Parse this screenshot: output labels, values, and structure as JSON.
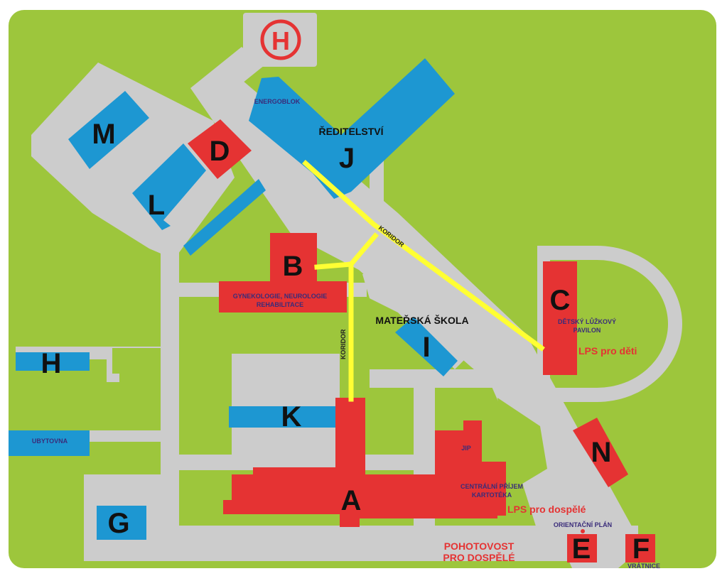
{
  "colors": {
    "lawn": "#9dc63c",
    "road": "#cccccc",
    "red_building": "#e53333",
    "blue_building": "#1d97d2",
    "corridor": "#ffff33",
    "label_purple": "#3a2c7a",
    "label_red": "#e53333"
  },
  "helipad": {
    "letter": "H"
  },
  "buildings": {
    "A": "A",
    "B": "B",
    "C": "C",
    "D": "D",
    "E": "E",
    "F": "F",
    "G": "G",
    "H": "H",
    "I": "I",
    "J": "J",
    "K": "K",
    "L": "L",
    "M": "M",
    "N": "N"
  },
  "labels": {
    "energoblok": "ENERGOBLOK",
    "reditelstvi": "ŘEDITELSTVÍ",
    "gyn_line1": "GYNEKOLOGIE, NEUROLOGIE",
    "gyn_line2": "REHABILITACE",
    "materska_skola": "MATEŘSKÁ ŠKOLA",
    "detsky_line1": "DĚTSKÝ LŮŽKOVÝ",
    "detsky_line2": "PAVILON",
    "lps_deti": "LPS pro děti",
    "ubytovna": "UBYTOVNA",
    "jip": "JIP",
    "centralni_line1": "CENTRÁLNÍ PŘÍJEM",
    "centralni_line2": "KARTOTÉKA",
    "lps_dospele": "LPS pro dospělé",
    "orientacni_plan": "ORIENTAČNÍ PLÁN",
    "pohotovost_line1": "POHOTOVOST",
    "pohotovost_line2": "PRO DOSPĚLÉ",
    "vratnice": "VRÁTNICE",
    "koridor_diag": "KORIDOR",
    "koridor_vert": "KORIDOR"
  }
}
